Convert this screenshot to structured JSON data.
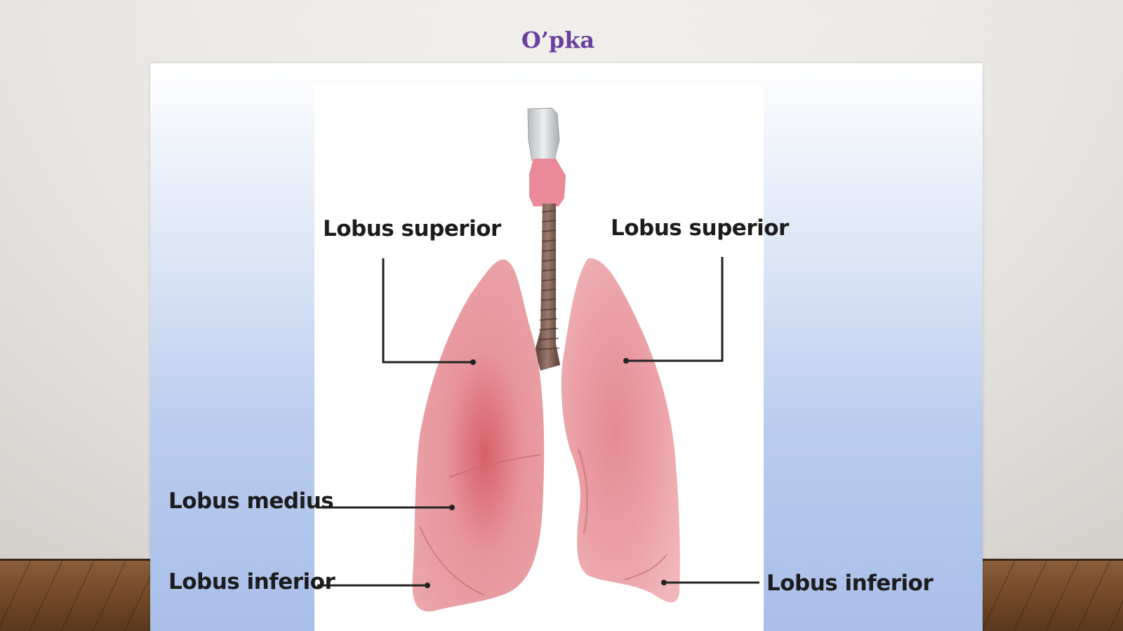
{
  "slide": {
    "title": "O’pka",
    "title_color": "#6a3fa0"
  },
  "diagram": {
    "labels": {
      "left_superior": "Lobus superior",
      "right_superior": "Lobus superior",
      "left_medius": "Lobus medius",
      "left_inferior": "Lobus inferior",
      "right_inferior": "Lobus inferior"
    },
    "colors": {
      "lung": "#e39a9f",
      "lung_dark": "#c2454f",
      "trachea": "#7a5a4e",
      "larynx": "#ea8a98",
      "leader_line": "#222222"
    }
  }
}
